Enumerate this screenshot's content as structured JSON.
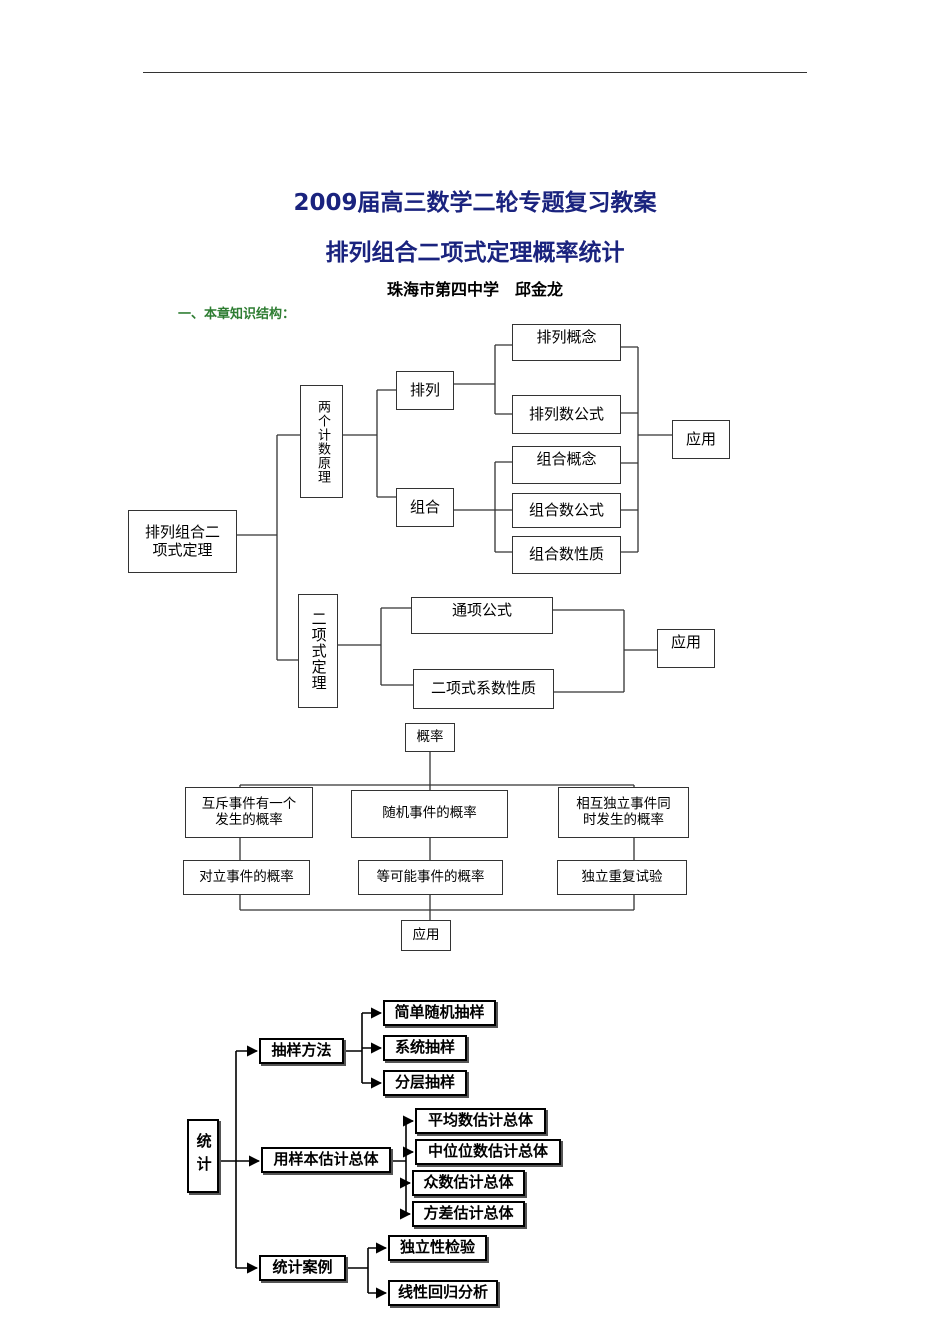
{
  "header": {
    "title": "2009届高三数学二轮专题复习教案",
    "subtitle": "排列组合二项式定理概率统计",
    "author": "珠海市第四中学　邱金龙",
    "section": "一、本章知识结构："
  },
  "diagram1": {
    "root": "排列组合二项式定理",
    "counting": "两个计数原理",
    "perm": "排列",
    "comb": "组合",
    "perm_concept": "排列概念",
    "perm_formula": "排列数公式",
    "comb_concept": "组合概念",
    "comb_formula": "组合数公式",
    "comb_property": "组合数性质",
    "apply1": "应用",
    "binomial": "二项式定理",
    "general_term": "通项公式",
    "coef_property": "二项式系数性质",
    "apply2": "应用"
  },
  "diagram2": {
    "root": "概率",
    "mutex": "互斥事件有一个发生的概率",
    "random": "随机事件的概率",
    "independent": "相互独立事件同时发生的概率",
    "opposite": "对立事件的概率",
    "equal": "等可能事件的概率",
    "repeat": "独立重复试验",
    "apply": "应用"
  },
  "diagram3": {
    "root": "统计",
    "sampling": "抽样方法",
    "simple": "简单随机抽样",
    "systematic": "系统抽样",
    "stratified": "分层抽样",
    "estimate": "用样本估计总体",
    "mean": "平均数估计总体",
    "median": "中位位数估计总体",
    "mode": "众数估计总体",
    "variance": "方差估计总体",
    "cases": "统计案例",
    "independence": "独立性检验",
    "regression": "线性回归分析"
  }
}
